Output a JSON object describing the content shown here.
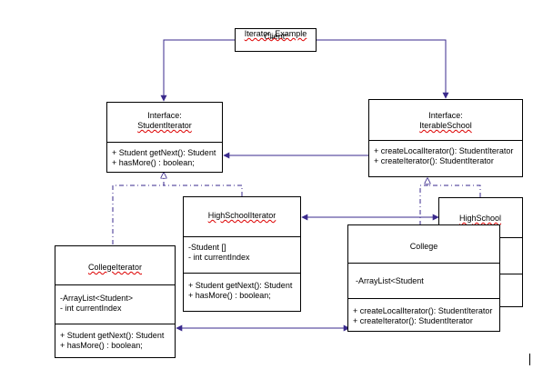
{
  "client": {
    "line1": "Client:",
    "line2": "Iterator_Example"
  },
  "student_iterator": {
    "line1": "Interface:",
    "line2": "StudentIterator",
    "methods": [
      "+ Student getNext(): Student",
      "+ hasMore() : boolean;"
    ]
  },
  "iterable_school": {
    "line1": "Interface:",
    "line2": "IterableSchool",
    "methods": [
      "+ createLocalIterator(): StudentIterator",
      "+ createIterator(): StudentIterator"
    ]
  },
  "high_school_iterator": {
    "name": "HighSchoolIterator",
    "fields": [
      "-Student []",
      "- int currentIndex"
    ],
    "methods": [
      "+ Student getNext(): Student",
      "+ hasMore() : boolean;"
    ]
  },
  "high_school": {
    "name": "HighSchool"
  },
  "college": {
    "name": "College",
    "fields": [
      "-ArrayList<Student"
    ],
    "methods": [
      "+ createLocalIterator(): StudentIterator",
      "+ createIterator(): StudentIterator"
    ]
  },
  "college_iterator": {
    "name": "CollegeIterator",
    "fields": [
      "-ArrayList<Student>",
      "- int currentIndex"
    ],
    "methods": [
      "+ Student getNext(): Student",
      "+ hasMore() : boolean;"
    ]
  },
  "colors": {
    "line": "#3a2a8c",
    "border": "#000000"
  }
}
